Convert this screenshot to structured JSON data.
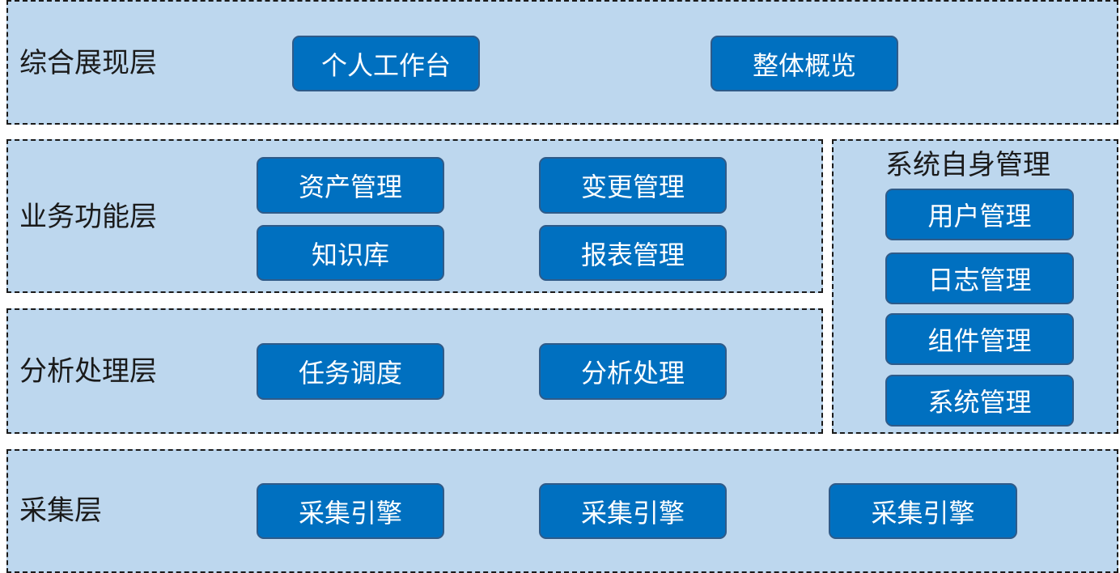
{
  "presentation": {
    "label": "综合展现层",
    "boxes": [
      "个人工作台",
      "整体概览"
    ]
  },
  "business": {
    "label": "业务功能层",
    "boxes": [
      "资产管理",
      "变更管理",
      "知识库",
      "报表管理"
    ]
  },
  "analysis": {
    "label": "分析处理层",
    "boxes": [
      "任务调度",
      "分析处理"
    ]
  },
  "system": {
    "label": "系统自身管理",
    "boxes": [
      "用户管理",
      "日志管理",
      "组件管理",
      "系统管理"
    ]
  },
  "collection": {
    "label": "采集层",
    "boxes": [
      "采集引擎",
      "采集引擎",
      "采集引擎"
    ]
  },
  "colors": {
    "panel_fill": "#bdd7ee",
    "box_fill": "#0070c0",
    "box_border": "#2f5b89",
    "box_text": "#ffffff",
    "label_text": "#1a1a1a"
  }
}
